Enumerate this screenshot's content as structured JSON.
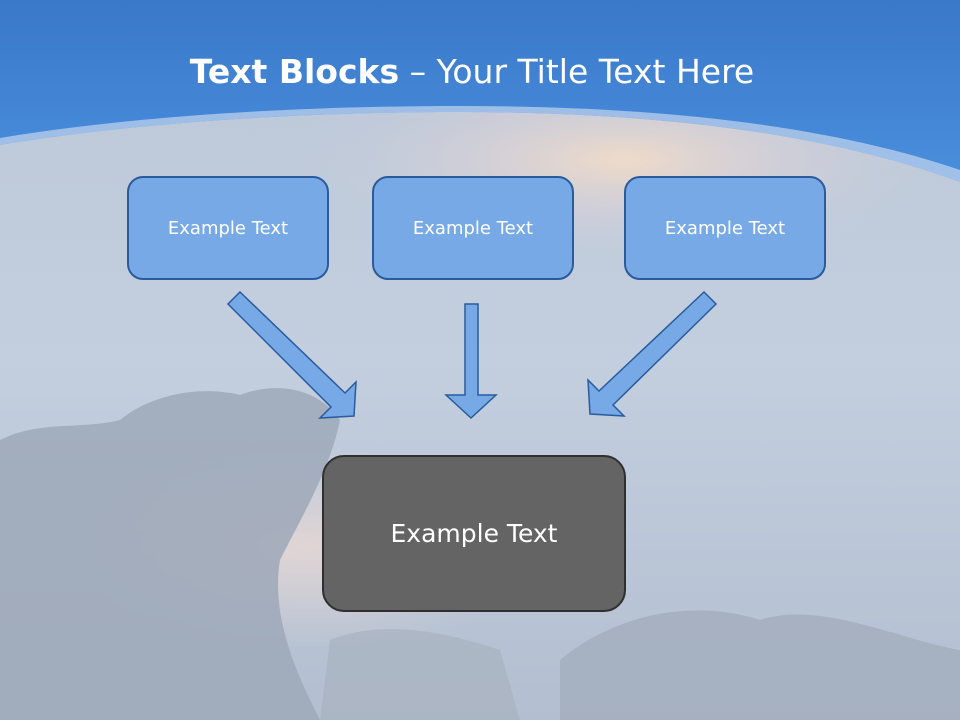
{
  "slide": {
    "title_bold": "Text Blocks",
    "title_rest": " – Your Title Text Here",
    "boxes": [
      {
        "label": "Example Text"
      },
      {
        "label": "Example Text"
      },
      {
        "label": "Example Text"
      }
    ],
    "center_box": {
      "label": "Example Text"
    }
  },
  "colors": {
    "header_blue": "#3f85d6",
    "box_fill": "#77a9e6",
    "box_border": "#2a5b9c",
    "arrow_fill": "#77a9e6",
    "center_fill": "#646464"
  }
}
